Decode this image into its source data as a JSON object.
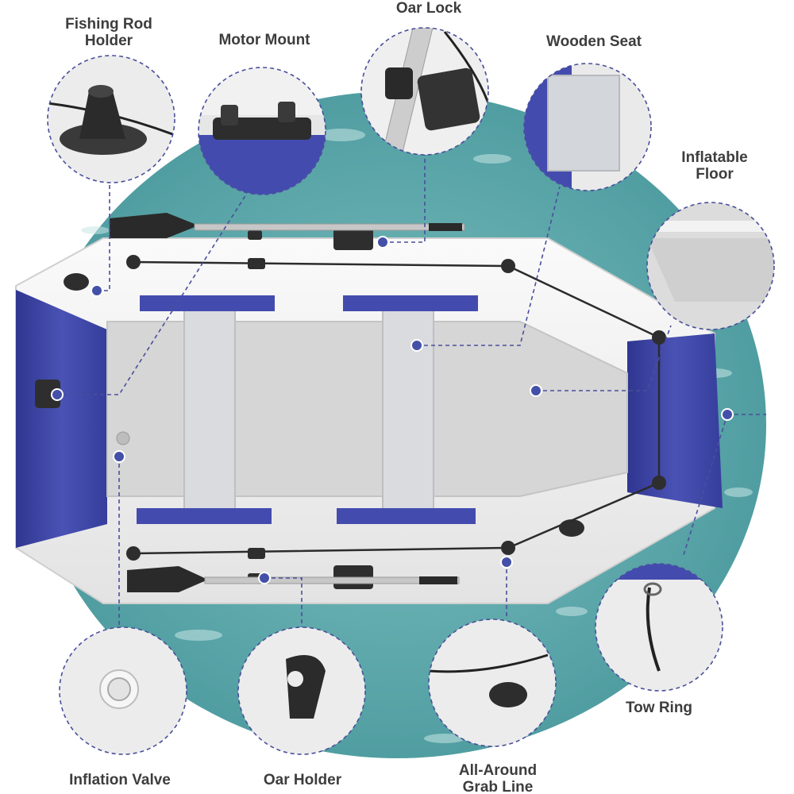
{
  "callouts": {
    "fishing_rod_holder": [
      "Fishing Rod",
      "Holder"
    ],
    "motor_mount": "Motor Mount",
    "oar_lock": "Oar Lock",
    "wooden_seat": "Wooden Seat",
    "inflatable_floor": [
      "Inflatable",
      "Floor"
    ],
    "inflation_valve": "Inflation Valve",
    "oar_holder": "Oar Holder",
    "grab_line": [
      "All-Around",
      "Grab Line"
    ],
    "tow_ring": "Tow Ring"
  },
  "colors": {
    "water": "#5fa9ac",
    "hull_blue": "#3f47a8",
    "hull_white": "#eeeeee",
    "floor_gray": "#d6d6d6",
    "seat_gray": "#d9dbde",
    "accent_dot": "#4450a8",
    "dashed_line": "#4a4f9a",
    "label_text": "#3d3d3d"
  }
}
